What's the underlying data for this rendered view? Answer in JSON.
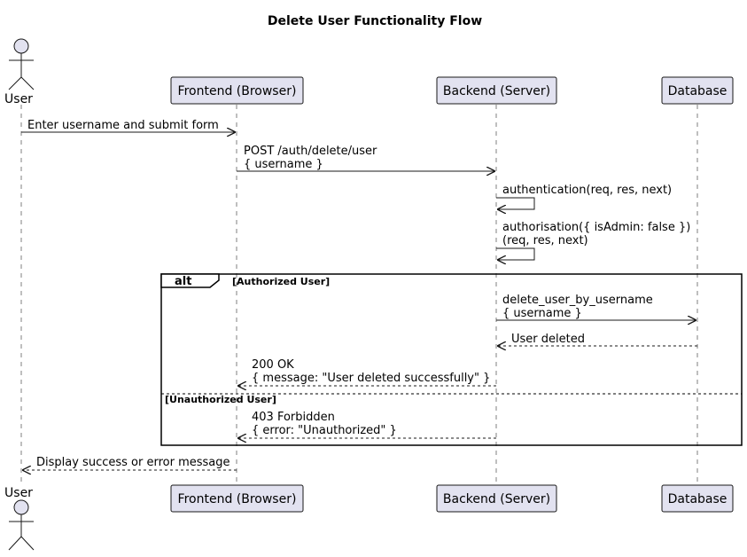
{
  "title": "Delete User Functionality Flow",
  "participants": [
    {
      "id": "user",
      "label": "User",
      "kind": "actor"
    },
    {
      "id": "frontend",
      "label": "Frontend (Browser)",
      "kind": "box"
    },
    {
      "id": "backend",
      "label": "Backend (Server)",
      "kind": "box"
    },
    {
      "id": "database",
      "label": "Database",
      "kind": "box"
    }
  ],
  "messages": [
    {
      "from": "user",
      "to": "frontend",
      "lines": [
        "Enter username and submit form"
      ],
      "style": "solid"
    },
    {
      "from": "frontend",
      "to": "backend",
      "lines": [
        "POST /auth/delete/user",
        "{ username }"
      ],
      "style": "solid"
    },
    {
      "from": "backend",
      "to": "backend",
      "lines": [
        "authentication(req, res, next)"
      ],
      "style": "solid"
    },
    {
      "from": "backend",
      "to": "backend",
      "lines": [
        "authorisation({ isAdmin: false })",
        "(req, res, next)"
      ],
      "style": "solid"
    },
    {
      "from": "backend",
      "to": "database",
      "lines": [
        "delete_user_by_username",
        "{ username }"
      ],
      "style": "solid"
    },
    {
      "from": "database",
      "to": "backend",
      "lines": [
        "User deleted"
      ],
      "style": "dashed"
    },
    {
      "from": "backend",
      "to": "frontend",
      "lines": [
        "200 OK",
        "{ message: \"User deleted successfully\" }"
      ],
      "style": "dashed"
    },
    {
      "from": "backend",
      "to": "frontend",
      "lines": [
        "403 Forbidden",
        "{ error: \"Unauthorized\" }"
      ],
      "style": "dashed"
    },
    {
      "from": "frontend",
      "to": "user",
      "lines": [
        "Display success or error message"
      ],
      "style": "dashed"
    }
  ],
  "alt_fragment": {
    "keyword": "alt",
    "guards": [
      "[Authorized User]",
      "[Unauthorized User]"
    ]
  },
  "colors": {
    "participant_fill": "#e2e2f0",
    "participant_border": "#181818",
    "lifeline": "#7f7f7f"
  }
}
